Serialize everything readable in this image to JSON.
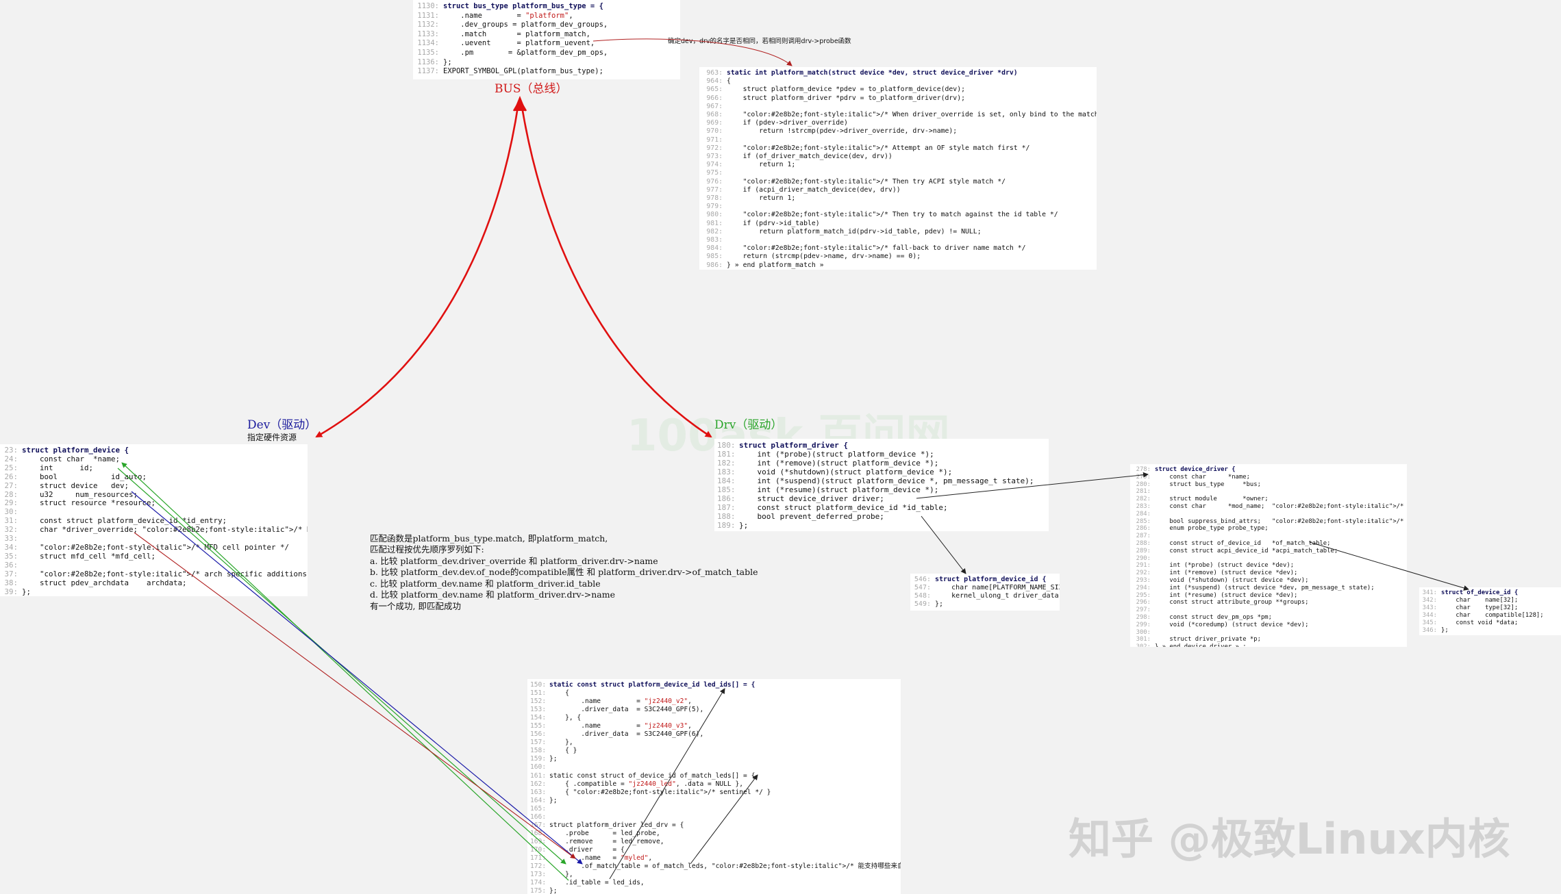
{
  "labels": {
    "bus": "BUS（总线）",
    "dev": "Dev（驱动）",
    "dev_sub": "指定硬件资源",
    "drv": "Drv（驱动）",
    "match_note": "确定dev，drv的名字是否相同，若相同则调用drv->probe函数"
  },
  "description_lines": [
    "匹配函数是platform_bus_type.match, 即platform_match,",
    "匹配过程按优先顺序罗列如下:",
    "a. 比较 platform_dev.driver_override 和 platform_driver.drv->name",
    "b. 比较 platform_dev.dev.of_node的compatible属性 和 platform_driver.drv->of_match_table",
    "c. 比较 platform_dev.name 和 platform_driver.id_table",
    "d. 比较 platform_dev.name 和 platform_driver.drv->name",
    "有一个成功, 即匹配成功"
  ],
  "watermark": "知乎 @极致Linux内核",
  "faint_watermark": "100ask 百问网",
  "colors": {
    "red": "#e01010",
    "blue": "#1a1aa8",
    "green": "#2aa62a",
    "darkred": "#b02020"
  },
  "code": {
    "bus_type": [
      {
        "n": "1130",
        "t": "struct bus_type platform_bus_type = {"
      },
      {
        "n": "1131",
        "t": "    .name        = \"platform\","
      },
      {
        "n": "1132",
        "t": "    .dev_groups = platform_dev_groups,"
      },
      {
        "n": "1133",
        "t": "    .match       = platform_match,"
      },
      {
        "n": "1134",
        "t": "    .uevent      = platform_uevent,"
      },
      {
        "n": "1135",
        "t": "    .pm        = &platform_dev_pm_ops,"
      },
      {
        "n": "1136",
        "t": "};"
      },
      {
        "n": "1137",
        "t": "EXPORT_SYMBOL_GPL(platform_bus_type);"
      }
    ],
    "platform_match": [
      {
        "n": "963",
        "t": "static int platform_match(struct device *dev, struct device_driver *drv)"
      },
      {
        "n": "964",
        "t": "{"
      },
      {
        "n": "965",
        "t": "    struct platform_device *pdev = to_platform_device(dev);"
      },
      {
        "n": "966",
        "t": "    struct platform_driver *pdrv = to_platform_driver(drv);"
      },
      {
        "n": "967",
        "t": ""
      },
      {
        "n": "968",
        "t": "    /* When driver_override is set, only bind to the matching driver */"
      },
      {
        "n": "969",
        "t": "    if (pdev->driver_override)"
      },
      {
        "n": "970",
        "t": "        return !strcmp(pdev->driver_override, drv->name);"
      },
      {
        "n": "971",
        "t": ""
      },
      {
        "n": "972",
        "t": "    /* Attempt an OF style match first */"
      },
      {
        "n": "973",
        "t": "    if (of_driver_match_device(dev, drv))"
      },
      {
        "n": "974",
        "t": "        return 1;"
      },
      {
        "n": "975",
        "t": ""
      },
      {
        "n": "976",
        "t": "    /* Then try ACPI style match */"
      },
      {
        "n": "977",
        "t": "    if (acpi_driver_match_device(dev, drv))"
      },
      {
        "n": "978",
        "t": "        return 1;"
      },
      {
        "n": "979",
        "t": ""
      },
      {
        "n": "980",
        "t": "    /* Then try to match against the id table */"
      },
      {
        "n": "981",
        "t": "    if (pdrv->id_table)"
      },
      {
        "n": "982",
        "t": "        return platform_match_id(pdrv->id_table, pdev) != NULL;"
      },
      {
        "n": "983",
        "t": ""
      },
      {
        "n": "984",
        "t": "    /* fall-back to driver name match */"
      },
      {
        "n": "985",
        "t": "    return (strcmp(pdev->name, drv->name) == 0);"
      },
      {
        "n": "986",
        "t": "} » end platform_match »"
      }
    ],
    "platform_device": [
      {
        "n": "23",
        "t": "struct platform_device {"
      },
      {
        "n": "24",
        "t": "    const char  *name;"
      },
      {
        "n": "25",
        "t": "    int      id;"
      },
      {
        "n": "26",
        "t": "    bool            id_auto;"
      },
      {
        "n": "27",
        "t": "    struct device   dev;"
      },
      {
        "n": "28",
        "t": "    u32     num_resources;"
      },
      {
        "n": "29",
        "t": "    struct resource *resource;"
      },
      {
        "n": "30",
        "t": ""
      },
      {
        "n": "31",
        "t": "    const struct platform_device_id *id_entry;"
      },
      {
        "n": "32",
        "t": "    char *driver_override; /* Driver name to force a match */"
      },
      {
        "n": "33",
        "t": ""
      },
      {
        "n": "34",
        "t": "    /* MFD cell pointer */"
      },
      {
        "n": "35",
        "t": "    struct mfd_cell *mfd_cell;"
      },
      {
        "n": "36",
        "t": ""
      },
      {
        "n": "37",
        "t": "    /* arch specific additions */"
      },
      {
        "n": "38",
        "t": "    struct pdev_archdata    archdata;"
      },
      {
        "n": "39",
        "t": "};"
      }
    ],
    "platform_driver": [
      {
        "n": "180",
        "t": "struct platform_driver {"
      },
      {
        "n": "181",
        "t": "    int (*probe)(struct platform_device *);"
      },
      {
        "n": "182",
        "t": "    int (*remove)(struct platform_device *);"
      },
      {
        "n": "183",
        "t": "    void (*shutdown)(struct platform_device *);"
      },
      {
        "n": "184",
        "t": "    int (*suspend)(struct platform_device *, pm_message_t state);"
      },
      {
        "n": "185",
        "t": "    int (*resume)(struct platform_device *);"
      },
      {
        "n": "186",
        "t": "    struct device_driver driver;"
      },
      {
        "n": "187",
        "t": "    const struct platform_device_id *id_table;"
      },
      {
        "n": "188",
        "t": "    bool prevent_deferred_probe;"
      },
      {
        "n": "189",
        "t": "};"
      }
    ],
    "device_driver": [
      {
        "n": "278",
        "t": "struct device_driver {"
      },
      {
        "n": "279",
        "t": "    const char      *name;"
      },
      {
        "n": "280",
        "t": "    struct bus_type     *bus;"
      },
      {
        "n": "281",
        "t": ""
      },
      {
        "n": "282",
        "t": "    struct module       *owner;"
      },
      {
        "n": "283",
        "t": "    const char      *mod_name;  /* used for built-in modules */"
      },
      {
        "n": "284",
        "t": ""
      },
      {
        "n": "285",
        "t": "    bool suppress_bind_attrs;   /* disables bind/unbind via sysfs */"
      },
      {
        "n": "286",
        "t": "    enum probe_type probe_type;"
      },
      {
        "n": "287",
        "t": ""
      },
      {
        "n": "288",
        "t": "    const struct of_device_id   *of_match_table;"
      },
      {
        "n": "289",
        "t": "    const struct acpi_device_id *acpi_match_table;"
      },
      {
        "n": "290",
        "t": ""
      },
      {
        "n": "291",
        "t": "    int (*probe) (struct device *dev);"
      },
      {
        "n": "292",
        "t": "    int (*remove) (struct device *dev);"
      },
      {
        "n": "293",
        "t": "    void (*shutdown) (struct device *dev);"
      },
      {
        "n": "294",
        "t": "    int (*suspend) (struct device *dev, pm_message_t state);"
      },
      {
        "n": "295",
        "t": "    int (*resume) (struct device *dev);"
      },
      {
        "n": "296",
        "t": "    const struct attribute_group **groups;"
      },
      {
        "n": "297",
        "t": ""
      },
      {
        "n": "298",
        "t": "    const struct dev_pm_ops *pm;"
      },
      {
        "n": "299",
        "t": "    void (*coredump) (struct device *dev);"
      },
      {
        "n": "300",
        "t": ""
      },
      {
        "n": "301",
        "t": "    struct driver_private *p;"
      },
      {
        "n": "302",
        "t": "} » end device_driver » ;"
      }
    ],
    "platform_device_id": [
      {
        "n": "546",
        "t": "struct platform_device_id {"
      },
      {
        "n": "547",
        "t": "    char name[PLATFORM_NAME_SIZE];"
      },
      {
        "n": "548",
        "t": "    kernel_ulong_t driver_data;"
      },
      {
        "n": "549",
        "t": "};"
      }
    ],
    "of_device_id": [
      {
        "n": "341",
        "t": "struct of_device_id {"
      },
      {
        "n": "342",
        "t": "    char    name[32];"
      },
      {
        "n": "343",
        "t": "    char    type[32];"
      },
      {
        "n": "344",
        "t": "    char    compatible[128];"
      },
      {
        "n": "345",
        "t": "    const void *data;"
      },
      {
        "n": "346",
        "t": "};"
      }
    ],
    "led_drv": [
      {
        "n": "150",
        "t": "static const struct platform_device_id led_ids[] = {"
      },
      {
        "n": "151",
        "t": "    {"
      },
      {
        "n": "152",
        "t": "        .name         = \"jz2440_v2\","
      },
      {
        "n": "153",
        "t": "        .driver_data  = S3C2440_GPF(5),"
      },
      {
        "n": "154",
        "t": "    }, {"
      },
      {
        "n": "155",
        "t": "        .name         = \"jz2440_v3\","
      },
      {
        "n": "156",
        "t": "        .driver_data  = S3C2440_GPF(6),"
      },
      {
        "n": "157",
        "t": "    },"
      },
      {
        "n": "158",
        "t": "    { }"
      },
      {
        "n": "159",
        "t": "};"
      },
      {
        "n": "160",
        "t": ""
      },
      {
        "n": "161",
        "t": "static const struct of_device_id of_match_leds[] = {"
      },
      {
        "n": "162",
        "t": "    { .compatible = \"jz2440_led\", .data = NULL },"
      },
      {
        "n": "163",
        "t": "    { /* sentinel */ }"
      },
      {
        "n": "164",
        "t": "};"
      },
      {
        "n": "165",
        "t": ""
      },
      {
        "n": "166",
        "t": ""
      },
      {
        "n": "167",
        "t": "struct platform_driver led_drv = {"
      },
      {
        "n": "168",
        "t": "    .probe      = led_probe,"
      },
      {
        "n": "169",
        "t": "    .remove     = led_remove,"
      },
      {
        "n": "170",
        "t": "    .driver     = {"
      },
      {
        "n": "171",
        "t": "        .name   = \"myled\","
      },
      {
        "n": "172",
        "t": "        .of_match_table = of_match_leds, /* 能支持哪些来自于dts的platform_device */"
      },
      {
        "n": "173",
        "t": "    },"
      },
      {
        "n": "174",
        "t": "    .id_table = led_ids,"
      },
      {
        "n": "175",
        "t": "};"
      }
    ]
  }
}
